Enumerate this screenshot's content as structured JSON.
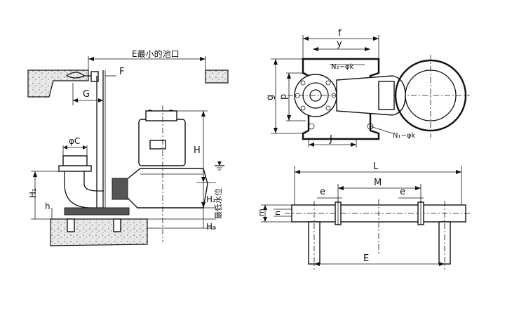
{
  "labels": {
    "E_pool": "E最小的池口",
    "F": "F",
    "G": "G",
    "phiC": "φC",
    "H": "H",
    "H1": "H₁",
    "H2": "H₂",
    "H3": "H₃",
    "h_left": "h",
    "min_level": "最低水位",
    "f": "f",
    "y": "y",
    "N2k": "N₂−φk",
    "N1k": "N₁−φk",
    "g": "g",
    "p": "p",
    "J": "J",
    "L": "L",
    "M": "M",
    "e_left": "e",
    "e_right": "e",
    "m": "m",
    "n": "n",
    "E_rail": "E"
  }
}
